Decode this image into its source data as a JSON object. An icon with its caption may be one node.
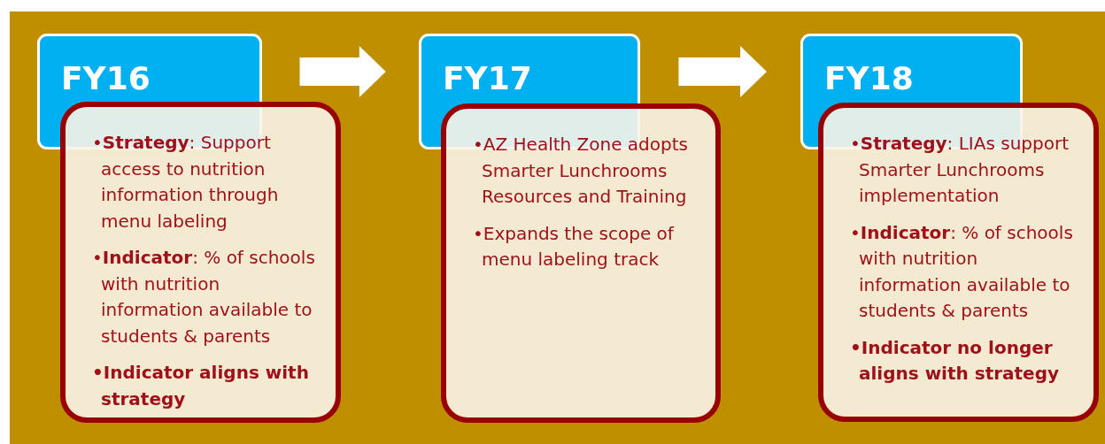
{
  "diagram": {
    "nodes": [
      {
        "text": [
          "FY16"
        ]
      },
      {
        "text": [
          "•**Strategy**: Support access to nutrition information through menu labeling",
          "•**Indicator**: % of schools with nutrition information available to students & parents",
          "•Indicator aligns with strategy"
        ]
      },
      {
        "text": [
          "FY17"
        ]
      },
      {
        "text": [
          "•AZ Health Zone adopts Smarter Lunchrooms Resources and Training",
          "•Expands the scope of menu labeling track"
        ]
      },
      {
        "text": [
          "FY18"
        ]
      },
      {
        "text": [
          "•**Strategy**: LIAs support Smarter Lunchrooms implementation",
          "•**Indicator**: % of schools with nutrition information available to students & parents",
          "•Indicator no longer aligns with strategy"
        ]
      }
    ],
    "edges": [
      {
        "from": 0,
        "to": 2,
        "arrow": "to"
      },
      {
        "from": 2,
        "to": 4,
        "arrow": "to"
      }
    ]
  }
}
